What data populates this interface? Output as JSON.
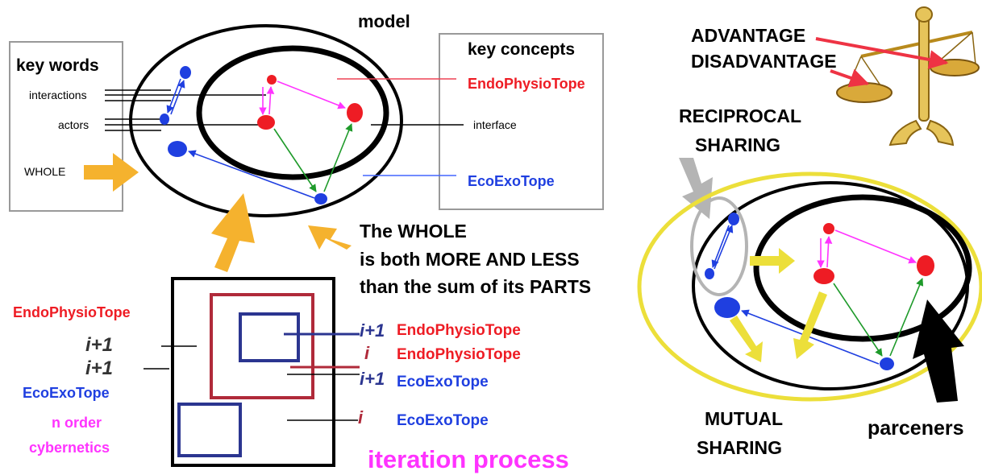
{
  "colors": {
    "red": "#ee1c24",
    "blue": "#1f3fe0",
    "magenta": "#ff33ff",
    "green": "#1e9a2a",
    "orange": "#f5b22e",
    "yellow": "#ecdf3a",
    "gray": "#b4b4b4",
    "black": "#000000",
    "darkred": "#b02a3a",
    "navy": "#2b3590"
  },
  "model": {
    "title": "model",
    "key_words": {
      "title": "key words",
      "interactions": "interactions",
      "actors": "actors",
      "whole": "WHOLE"
    },
    "key_concepts": {
      "title": "key concepts",
      "endo": "EndoPhysioTope",
      "interface": "interface",
      "eco": "EcoExoTope"
    }
  },
  "whole_statement": {
    "line1": "The WHOLE",
    "line2": "is both MORE AND LESS",
    "line3": "than the sum of its PARTS"
  },
  "iteration": {
    "left_endo": "EndoPhysioTope",
    "left_i1a": "i+1",
    "left_i1b": "i+1",
    "left_eco": "EcoExoTope",
    "n_order_1": "n order",
    "n_order_2": "cybernetics",
    "right_i1a": "i+1",
    "right_endo1": "EndoPhysioTope",
    "right_i": "i",
    "right_endo2": "EndoPhysioTope",
    "right_i1b": "i+1",
    "right_eco1": "EcoExoTope",
    "right_i2": "i",
    "right_eco2": "EcoExoTope",
    "caption": "iteration process"
  },
  "right_panel": {
    "advantage": "ADVANTAGE",
    "disadvantage": "DISADVANTAGE",
    "reciprocal_1": "RECIPROCAL",
    "reciprocal_2": "SHARING",
    "mutual_1": "MUTUAL",
    "mutual_2": "SHARING",
    "parceners": "parceners"
  }
}
